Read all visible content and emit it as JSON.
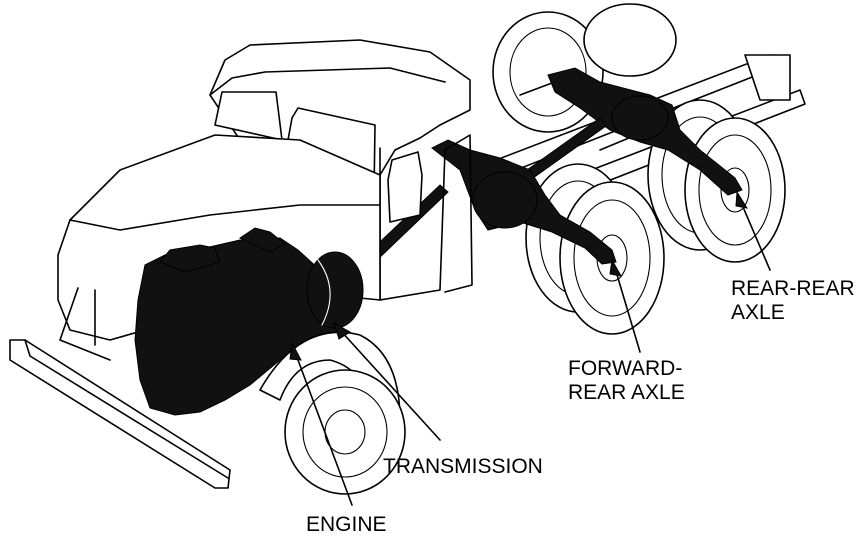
{
  "labels": {
    "rear_rear_axle": [
      "REAR-REAR",
      "AXLE"
    ],
    "forward_rear_axle": [
      "FORWARD-",
      "REAR AXLE"
    ],
    "transmission": "TRANSMISSION",
    "engine": "ENGINE"
  }
}
